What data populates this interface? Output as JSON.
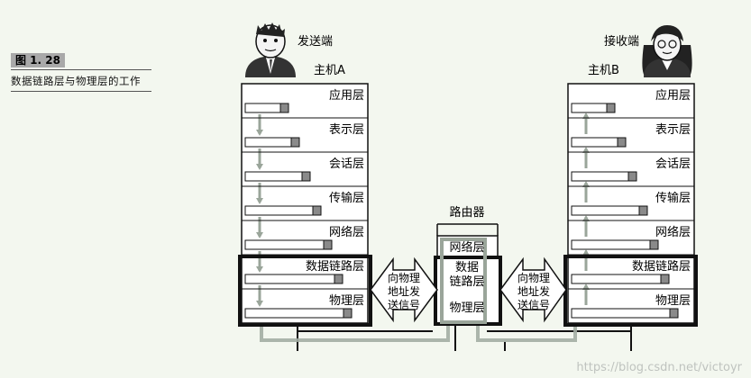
{
  "figure": {
    "number": "图 1. 28",
    "caption": "数据链路层与物理层的工作"
  },
  "sender": {
    "role": "发送端",
    "host": "主机A"
  },
  "receiver": {
    "role": "接收端",
    "host": "主机B"
  },
  "layers": [
    "应用层",
    "表示层",
    "会话层",
    "传输层",
    "网络层",
    "数据链路层",
    "物理层"
  ],
  "router": {
    "title": "路由器",
    "layers": [
      "网络层",
      "数据\n链路层",
      "物理层"
    ]
  },
  "link_arrow": "向物理\n地址发\n送信号",
  "colors": {
    "background": "#f3f7ef",
    "frame": "#111111",
    "arrow": "#9aa59a",
    "packet": "#8a8a8a"
  },
  "watermark": "https://blog.csdn.net/victoyr"
}
